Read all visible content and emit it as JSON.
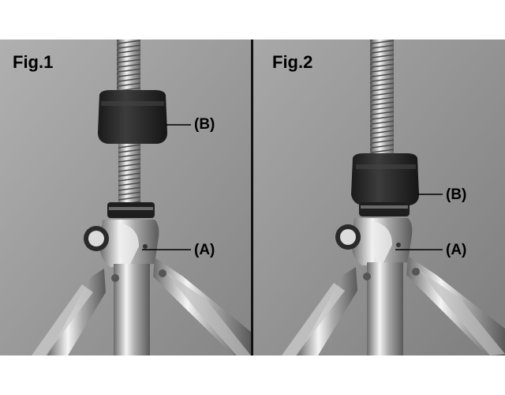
{
  "figures": [
    {
      "label": "Fig.1",
      "callout_b": "(B)",
      "callout_a": "(A)"
    },
    {
      "label": "Fig.2",
      "callout_b": "(B)",
      "callout_a": "(A)"
    }
  ],
  "colors": {
    "background": "#9a9a9a",
    "divider": "#111111",
    "nut": "#2a2a2a",
    "chrome": "#d8d8d8"
  }
}
